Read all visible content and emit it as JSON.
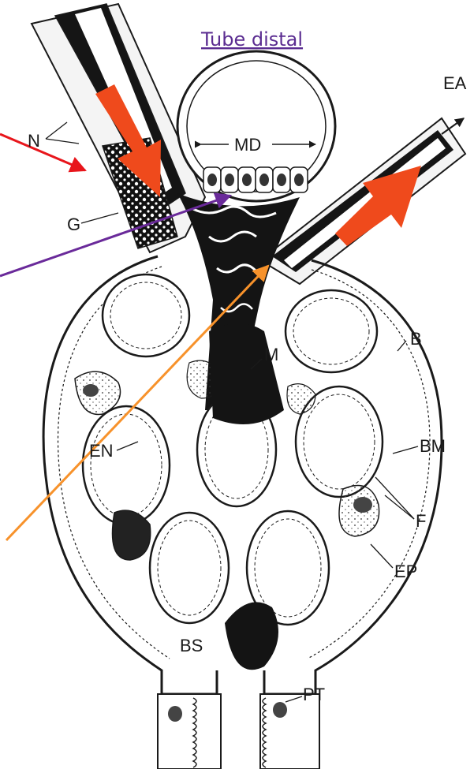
{
  "title": "Tube distal",
  "labels": {
    "ea": "EA",
    "n": "N",
    "md": "MD",
    "g": "G",
    "b": "B",
    "m": "M",
    "en": "EN",
    "bm": "BM",
    "f": "F",
    "ep": "EP",
    "bs": "BS",
    "pt": "PT"
  },
  "colors": {
    "title": "#5b2d91",
    "flow_arrows": "#ef4a1c",
    "pointer_red": "#e8151b",
    "pointer_purple": "#6a2a9a",
    "pointer_orange": "#f7922b",
    "ink": "#1a1a1a"
  },
  "icons": {
    "afferent_flow": "thick-arrow-down",
    "efferent_flow": "thick-arrow-up-right"
  }
}
